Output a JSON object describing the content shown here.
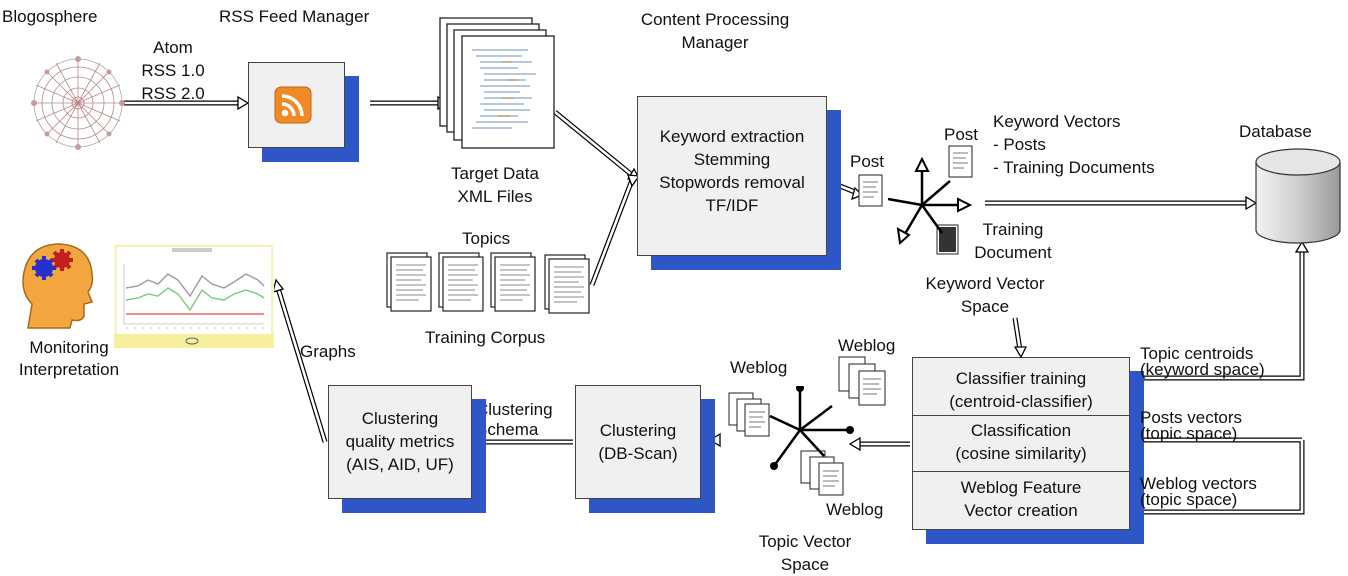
{
  "labels": {
    "blogosphere": "Blogosphere",
    "rss_feed_manager": "RSS Feed Manager",
    "feed_formats": [
      "Atom",
      "RSS 1.0",
      "RSS 2.0"
    ],
    "target_data": [
      "Target Data",
      "XML Files"
    ],
    "content_processing_manager": [
      "Content Processing",
      "Manager"
    ],
    "topics": "Topics",
    "training_corpus": "Training Corpus",
    "post_left": "Post",
    "post_top": "Post",
    "keyword_vectors": [
      "Keyword Vectors",
      "- Posts",
      "- Training Documents"
    ],
    "training_document": [
      "Training",
      "Document"
    ],
    "database": "Database",
    "keyword_vector_space": [
      "Keyword Vector",
      "Space"
    ],
    "monitoring_interpretation": [
      "Monitoring",
      "Interpretation"
    ],
    "graphs": "Graphs",
    "clustering_schema": [
      "Clustering",
      "Schema"
    ],
    "weblog_left": "Weblog",
    "weblog_top": "Weblog",
    "weblog_bottom": "Weblog",
    "topic_vector_space": [
      "Topic Vector",
      "Space"
    ],
    "topic_centroids": [
      "Topic centroids",
      "(keyword space)"
    ],
    "posts_vectors": [
      "Posts vectors",
      "(topic space)"
    ],
    "weblog_vectors": [
      "Weblog vectors",
      "(topic space)"
    ]
  },
  "boxes": {
    "content_processing": [
      "Keyword extraction",
      "Stemming",
      "Stopwords removal",
      "TF/IDF"
    ],
    "classifier_training": [
      "Classifier training",
      "(centroid-classifier)"
    ],
    "classification": [
      "Classification",
      "(cosine similarity)"
    ],
    "weblog_feature": [
      "Weblog Feature",
      "Vector creation"
    ],
    "clustering": [
      "Clustering",
      "(DB-Scan)"
    ],
    "clustering_quality": [
      "Clustering",
      "quality metrics",
      "(AIS, AID, UF)"
    ]
  },
  "colors": {
    "shadow": "#2f56c6",
    "box_fill": "#f0f0f0",
    "rss_orange": "#f08a24"
  },
  "icons": [
    "blogosphere-network-icon",
    "rss-icon",
    "xml-files-icon",
    "training-corpus-icon",
    "document-icon",
    "vector-space-icon",
    "database-icon",
    "brain-gears-icon",
    "graph-chart-icon"
  ]
}
